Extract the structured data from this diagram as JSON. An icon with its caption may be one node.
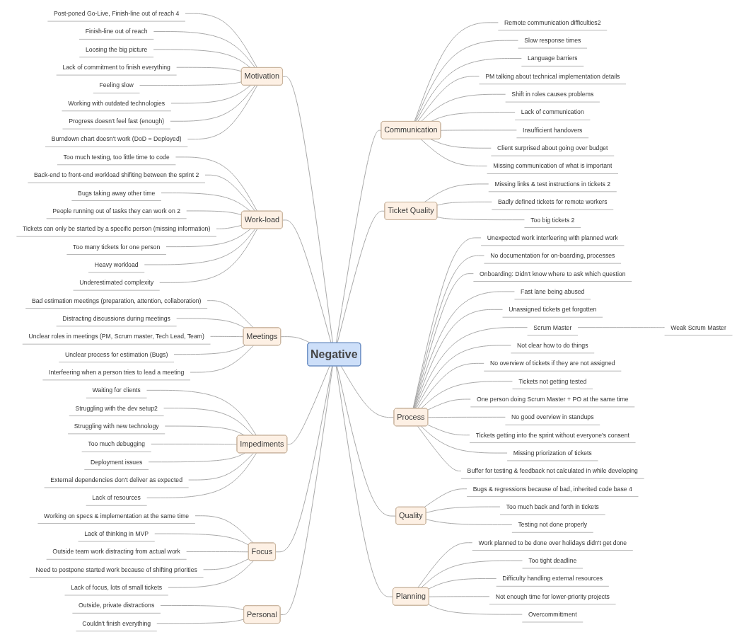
{
  "diagram": {
    "nodes": [
      {
        "text": [
          "Negative"
        ]
      },
      {
        "text": [
          "Motivation"
        ]
      },
      {
        "text": [
          "Post-poned Go-Live, Finish-line out of reach 4"
        ]
      },
      {
        "text": [
          "Finish-line out of reach"
        ]
      },
      {
        "text": [
          "Loosing the big picture"
        ]
      },
      {
        "text": [
          "Lack of commitment to finish everything"
        ]
      },
      {
        "text": [
          "Feeling slow"
        ]
      },
      {
        "text": [
          "Working with outdated technologies"
        ]
      },
      {
        "text": [
          "Progress doesn't feel fast (enough)"
        ]
      },
      {
        "text": [
          "Burndown chart doesn't work (DoD = Deployed)"
        ]
      },
      {
        "text": [
          "Work-load"
        ]
      },
      {
        "text": [
          "Too much testing, too little time to code"
        ]
      },
      {
        "text": [
          "Back-end to front-end workload shifiting between the sprint 2"
        ]
      },
      {
        "text": [
          "Bugs taking away other time"
        ]
      },
      {
        "text": [
          "People running out of tasks they can work on 2"
        ]
      },
      {
        "text": [
          "Tickets can only be started by a specific person (missing information)"
        ]
      },
      {
        "text": [
          "Too many tickets for one person"
        ]
      },
      {
        "text": [
          "Heavy workload"
        ]
      },
      {
        "text": [
          "Underestimated complexity"
        ]
      },
      {
        "text": [
          "Meetings"
        ]
      },
      {
        "text": [
          "Bad estimation meetings (preparation, attention, collaboration)"
        ]
      },
      {
        "text": [
          "Distracting discussions during meetings"
        ]
      },
      {
        "text": [
          "Unclear roles in meetings (PM, Scrum master, Tech Lead, Team)"
        ]
      },
      {
        "text": [
          "Unclear process for estimation (Bugs)"
        ]
      },
      {
        "text": [
          "Interfeering when a person tries to lead a meeting"
        ]
      },
      {
        "text": [
          "Impediments"
        ]
      },
      {
        "text": [
          "Waiting for clients"
        ]
      },
      {
        "text": [
          "Struggling with the dev setup2"
        ]
      },
      {
        "text": [
          "Struggling with new technology"
        ]
      },
      {
        "text": [
          "Too much debugging"
        ]
      },
      {
        "text": [
          "Deployment issues"
        ]
      },
      {
        "text": [
          "External dependencies don't deliver as expected"
        ]
      },
      {
        "text": [
          "Lack of resources"
        ]
      },
      {
        "text": [
          "Focus"
        ]
      },
      {
        "text": [
          "Working on specs & implementation at the same time"
        ]
      },
      {
        "text": [
          "Lack of thinking in MVP"
        ]
      },
      {
        "text": [
          "Outside team work distracting from actual work"
        ]
      },
      {
        "text": [
          "Need to postpone started work because of shifting priorities"
        ]
      },
      {
        "text": [
          "Lack of focus, lots of small tickets"
        ]
      },
      {
        "text": [
          "Personal"
        ]
      },
      {
        "text": [
          "Outside, private distractions"
        ]
      },
      {
        "text": [
          "Couldn't finish everything"
        ]
      },
      {
        "text": [
          "Communication"
        ]
      },
      {
        "text": [
          "Remote communication difficulties2"
        ]
      },
      {
        "text": [
          "Slow response times"
        ]
      },
      {
        "text": [
          "Language barriers"
        ]
      },
      {
        "text": [
          "PM talking about technical implementation details"
        ]
      },
      {
        "text": [
          "Shift in roles causes problems"
        ]
      },
      {
        "text": [
          "Lack of communication"
        ]
      },
      {
        "text": [
          "Insufficient handovers"
        ]
      },
      {
        "text": [
          "Client surprised about going over budget"
        ]
      },
      {
        "text": [
          "Missing communication of what is important"
        ]
      },
      {
        "text": [
          "Ticket Quality"
        ]
      },
      {
        "text": [
          "Missing links & test instructions in tickets 2"
        ]
      },
      {
        "text": [
          "Badly defined tickets for remote workers"
        ]
      },
      {
        "text": [
          "Too big tickets 2"
        ]
      },
      {
        "text": [
          "Process"
        ]
      },
      {
        "text": [
          "Unexpected work interfeering with planned work"
        ]
      },
      {
        "text": [
          "No documentation for on-boarding, processes"
        ]
      },
      {
        "text": [
          "Onboarding: Didn't know where to ask which question"
        ]
      },
      {
        "text": [
          "Fast lane being abused"
        ]
      },
      {
        "text": [
          "Unassigned tickets get forgotten"
        ]
      },
      {
        "text": [
          "Scrum Master"
        ]
      },
      {
        "text": [
          "Weak Scrum Master"
        ]
      },
      {
        "text": [
          "Not clear how to do things"
        ]
      },
      {
        "text": [
          "No overview of tickets if they are not assigned"
        ]
      },
      {
        "text": [
          "Tickets not getting tested"
        ]
      },
      {
        "text": [
          "One person doing Scrum Master + PO at the same time"
        ]
      },
      {
        "text": [
          "No good overview in standups"
        ]
      },
      {
        "text": [
          "Tickets getting into the sprint without everyone's consent"
        ]
      },
      {
        "text": [
          "Missing priorization of tickets"
        ]
      },
      {
        "text": [
          "Buffer for testing & feedback not calculated in while developing"
        ]
      },
      {
        "text": [
          "Quality"
        ]
      },
      {
        "text": [
          "Bugs & regressions because of bad, inherited code base 4"
        ]
      },
      {
        "text": [
          "Too much back and forth in tickets"
        ]
      },
      {
        "text": [
          "Testing not done properly"
        ]
      },
      {
        "text": [
          "Planning"
        ]
      },
      {
        "text": [
          "Work planned to be done over holidays didn't get done"
        ]
      },
      {
        "text": [
          "Too tight deadline"
        ]
      },
      {
        "text": [
          "Difficulty handling external resources"
        ]
      },
      {
        "text": [
          "Not enough time for lower-priority projects"
        ]
      },
      {
        "text": [
          "Overcommittment"
        ]
      }
    ],
    "edges": [
      {
        "from": 1,
        "to": 0,
        "arrow": "none"
      },
      {
        "from": 2,
        "to": 1,
        "arrow": "none"
      },
      {
        "from": 3,
        "to": 1,
        "arrow": "none"
      },
      {
        "from": 4,
        "to": 1,
        "arrow": "none"
      },
      {
        "from": 5,
        "to": 1,
        "arrow": "none"
      },
      {
        "from": 6,
        "to": 1,
        "arrow": "none"
      },
      {
        "from": 7,
        "to": 1,
        "arrow": "none"
      },
      {
        "from": 8,
        "to": 1,
        "arrow": "none"
      },
      {
        "from": 9,
        "to": 1,
        "arrow": "none"
      },
      {
        "from": 10,
        "to": 0,
        "arrow": "none"
      },
      {
        "from": 11,
        "to": 10,
        "arrow": "none"
      },
      {
        "from": 12,
        "to": 10,
        "arrow": "none"
      },
      {
        "from": 13,
        "to": 10,
        "arrow": "none"
      },
      {
        "from": 14,
        "to": 10,
        "arrow": "none"
      },
      {
        "from": 15,
        "to": 10,
        "arrow": "none"
      },
      {
        "from": 16,
        "to": 10,
        "arrow": "none"
      },
      {
        "from": 17,
        "to": 10,
        "arrow": "none"
      },
      {
        "from": 18,
        "to": 10,
        "arrow": "none"
      },
      {
        "from": 19,
        "to": 0,
        "arrow": "none"
      },
      {
        "from": 20,
        "to": 19,
        "arrow": "none"
      },
      {
        "from": 21,
        "to": 19,
        "arrow": "none"
      },
      {
        "from": 22,
        "to": 19,
        "arrow": "none"
      },
      {
        "from": 23,
        "to": 19,
        "arrow": "none"
      },
      {
        "from": 24,
        "to": 19,
        "arrow": "none"
      },
      {
        "from": 25,
        "to": 0,
        "arrow": "none"
      },
      {
        "from": 26,
        "to": 25,
        "arrow": "none"
      },
      {
        "from": 27,
        "to": 25,
        "arrow": "none"
      },
      {
        "from": 28,
        "to": 25,
        "arrow": "none"
      },
      {
        "from": 29,
        "to": 25,
        "arrow": "none"
      },
      {
        "from": 30,
        "to": 25,
        "arrow": "none"
      },
      {
        "from": 31,
        "to": 25,
        "arrow": "none"
      },
      {
        "from": 32,
        "to": 25,
        "arrow": "none"
      },
      {
        "from": 33,
        "to": 0,
        "arrow": "none"
      },
      {
        "from": 34,
        "to": 33,
        "arrow": "none"
      },
      {
        "from": 35,
        "to": 33,
        "arrow": "none"
      },
      {
        "from": 36,
        "to": 33,
        "arrow": "none"
      },
      {
        "from": 37,
        "to": 33,
        "arrow": "none"
      },
      {
        "from": 38,
        "to": 33,
        "arrow": "none"
      },
      {
        "from": 39,
        "to": 0,
        "arrow": "none"
      },
      {
        "from": 40,
        "to": 39,
        "arrow": "none"
      },
      {
        "from": 41,
        "to": 39,
        "arrow": "none"
      },
      {
        "from": 0,
        "to": 42,
        "arrow": "none"
      },
      {
        "from": 42,
        "to": 43,
        "arrow": "none"
      },
      {
        "from": 42,
        "to": 44,
        "arrow": "none"
      },
      {
        "from": 42,
        "to": 45,
        "arrow": "none"
      },
      {
        "from": 42,
        "to": 46,
        "arrow": "none"
      },
      {
        "from": 42,
        "to": 47,
        "arrow": "none"
      },
      {
        "from": 42,
        "to": 48,
        "arrow": "none"
      },
      {
        "from": 42,
        "to": 49,
        "arrow": "none"
      },
      {
        "from": 42,
        "to": 50,
        "arrow": "none"
      },
      {
        "from": 42,
        "to": 51,
        "arrow": "none"
      },
      {
        "from": 0,
        "to": 52,
        "arrow": "none"
      },
      {
        "from": 52,
        "to": 53,
        "arrow": "none"
      },
      {
        "from": 52,
        "to": 54,
        "arrow": "none"
      },
      {
        "from": 52,
        "to": 55,
        "arrow": "none"
      },
      {
        "from": 0,
        "to": 56,
        "arrow": "none"
      },
      {
        "from": 56,
        "to": 57,
        "arrow": "none"
      },
      {
        "from": 56,
        "to": 58,
        "arrow": "none"
      },
      {
        "from": 56,
        "to": 59,
        "arrow": "none"
      },
      {
        "from": 56,
        "to": 60,
        "arrow": "none"
      },
      {
        "from": 56,
        "to": 61,
        "arrow": "none"
      },
      {
        "from": 56,
        "to": 62,
        "arrow": "none"
      },
      {
        "from": 62,
        "to": 63,
        "arrow": "none"
      },
      {
        "from": 56,
        "to": 64,
        "arrow": "none"
      },
      {
        "from": 56,
        "to": 65,
        "arrow": "none"
      },
      {
        "from": 56,
        "to": 66,
        "arrow": "none"
      },
      {
        "from": 56,
        "to": 67,
        "arrow": "none"
      },
      {
        "from": 56,
        "to": 68,
        "arrow": "none"
      },
      {
        "from": 56,
        "to": 69,
        "arrow": "none"
      },
      {
        "from": 56,
        "to": 70,
        "arrow": "none"
      },
      {
        "from": 56,
        "to": 71,
        "arrow": "none"
      },
      {
        "from": 0,
        "to": 72,
        "arrow": "none"
      },
      {
        "from": 72,
        "to": 73,
        "arrow": "none"
      },
      {
        "from": 72,
        "to": 74,
        "arrow": "none"
      },
      {
        "from": 72,
        "to": 75,
        "arrow": "none"
      },
      {
        "from": 0,
        "to": 76,
        "arrow": "none"
      },
      {
        "from": 76,
        "to": 77,
        "arrow": "none"
      },
      {
        "from": 76,
        "to": 78,
        "arrow": "none"
      },
      {
        "from": 76,
        "to": 79,
        "arrow": "none"
      },
      {
        "from": 76,
        "to": 80,
        "arrow": "none"
      },
      {
        "from": 76,
        "to": 81,
        "arrow": "none"
      }
    ]
  }
}
